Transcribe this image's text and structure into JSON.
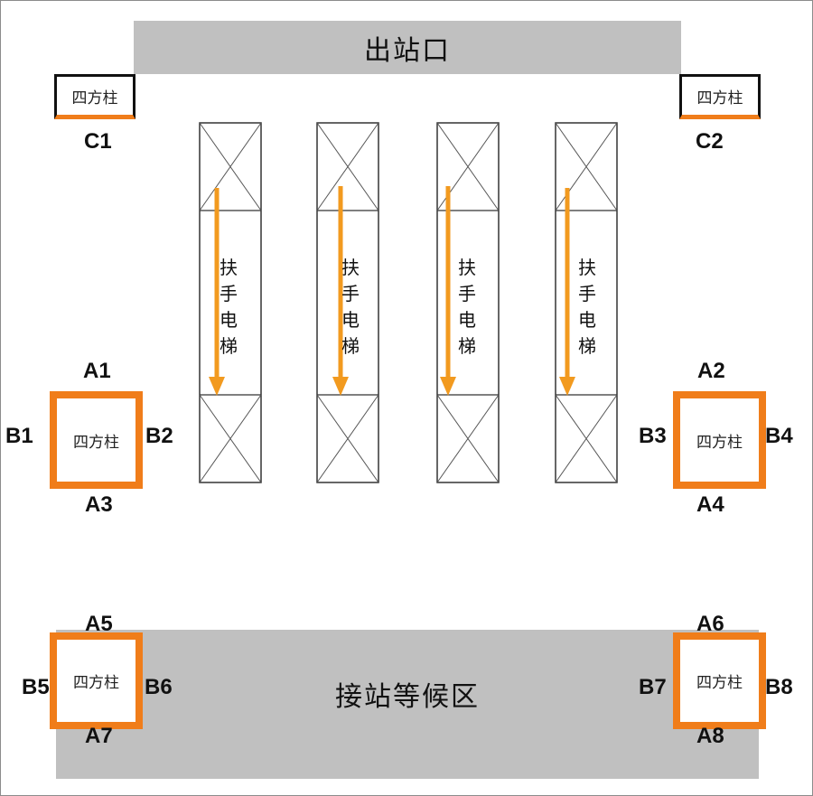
{
  "labels": {
    "exit": "出站口",
    "waiting_area": "接站等候区",
    "pillar": "四方柱",
    "escalator": [
      "扶",
      "手",
      "电",
      "梯"
    ]
  },
  "colors": {
    "accent_orange": "#f07d1a",
    "band_gray": "#c0c0c0",
    "outline": "#111111"
  },
  "markers": {
    "C1": "C1",
    "C2": "C2",
    "A1": "A1",
    "A2": "A2",
    "A3": "A3",
    "A4": "A4",
    "A5": "A5",
    "A6": "A6",
    "A7": "A7",
    "A8": "A8",
    "B1": "B1",
    "B2": "B2",
    "B3": "B3",
    "B4": "B4",
    "B5": "B5",
    "B6": "B6",
    "B7": "B7",
    "B8": "B8"
  }
}
